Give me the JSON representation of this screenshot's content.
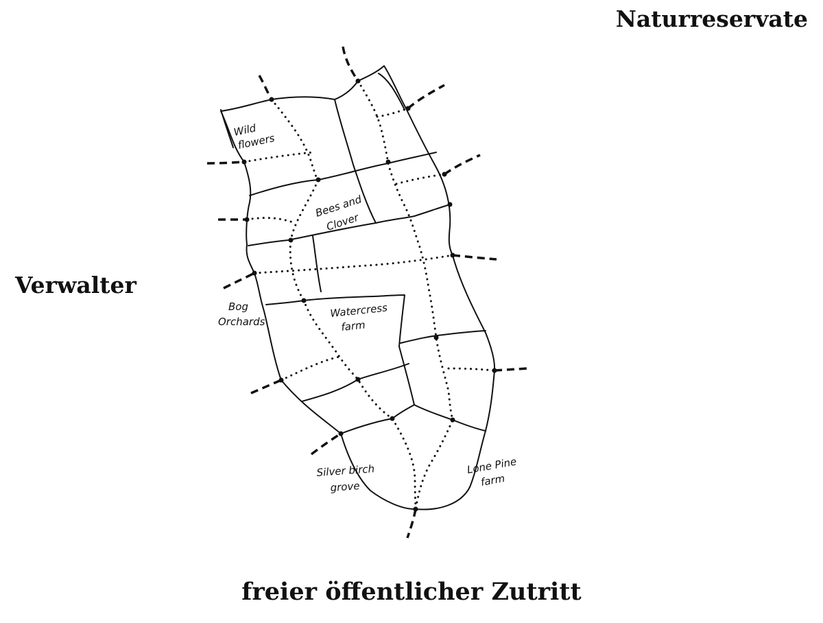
{
  "labels": {
    "top_right": "Naturreservate",
    "left": "Verwalter",
    "bottom": "freier öffentlicher Zutritt"
  },
  "areas": {
    "wild_flowers": [
      "Wild",
      "flowers"
    ],
    "bees_clover": [
      "Bees and",
      "Clover"
    ],
    "bog_orchards": [
      "Bog",
      "Orchards"
    ],
    "watercress_farm": [
      "Watercress",
      "farm"
    ],
    "silver_birch_grove": [
      "Silver birch",
      "grove"
    ],
    "lone_pine_farm": [
      "Lone Pine",
      "farm"
    ]
  }
}
